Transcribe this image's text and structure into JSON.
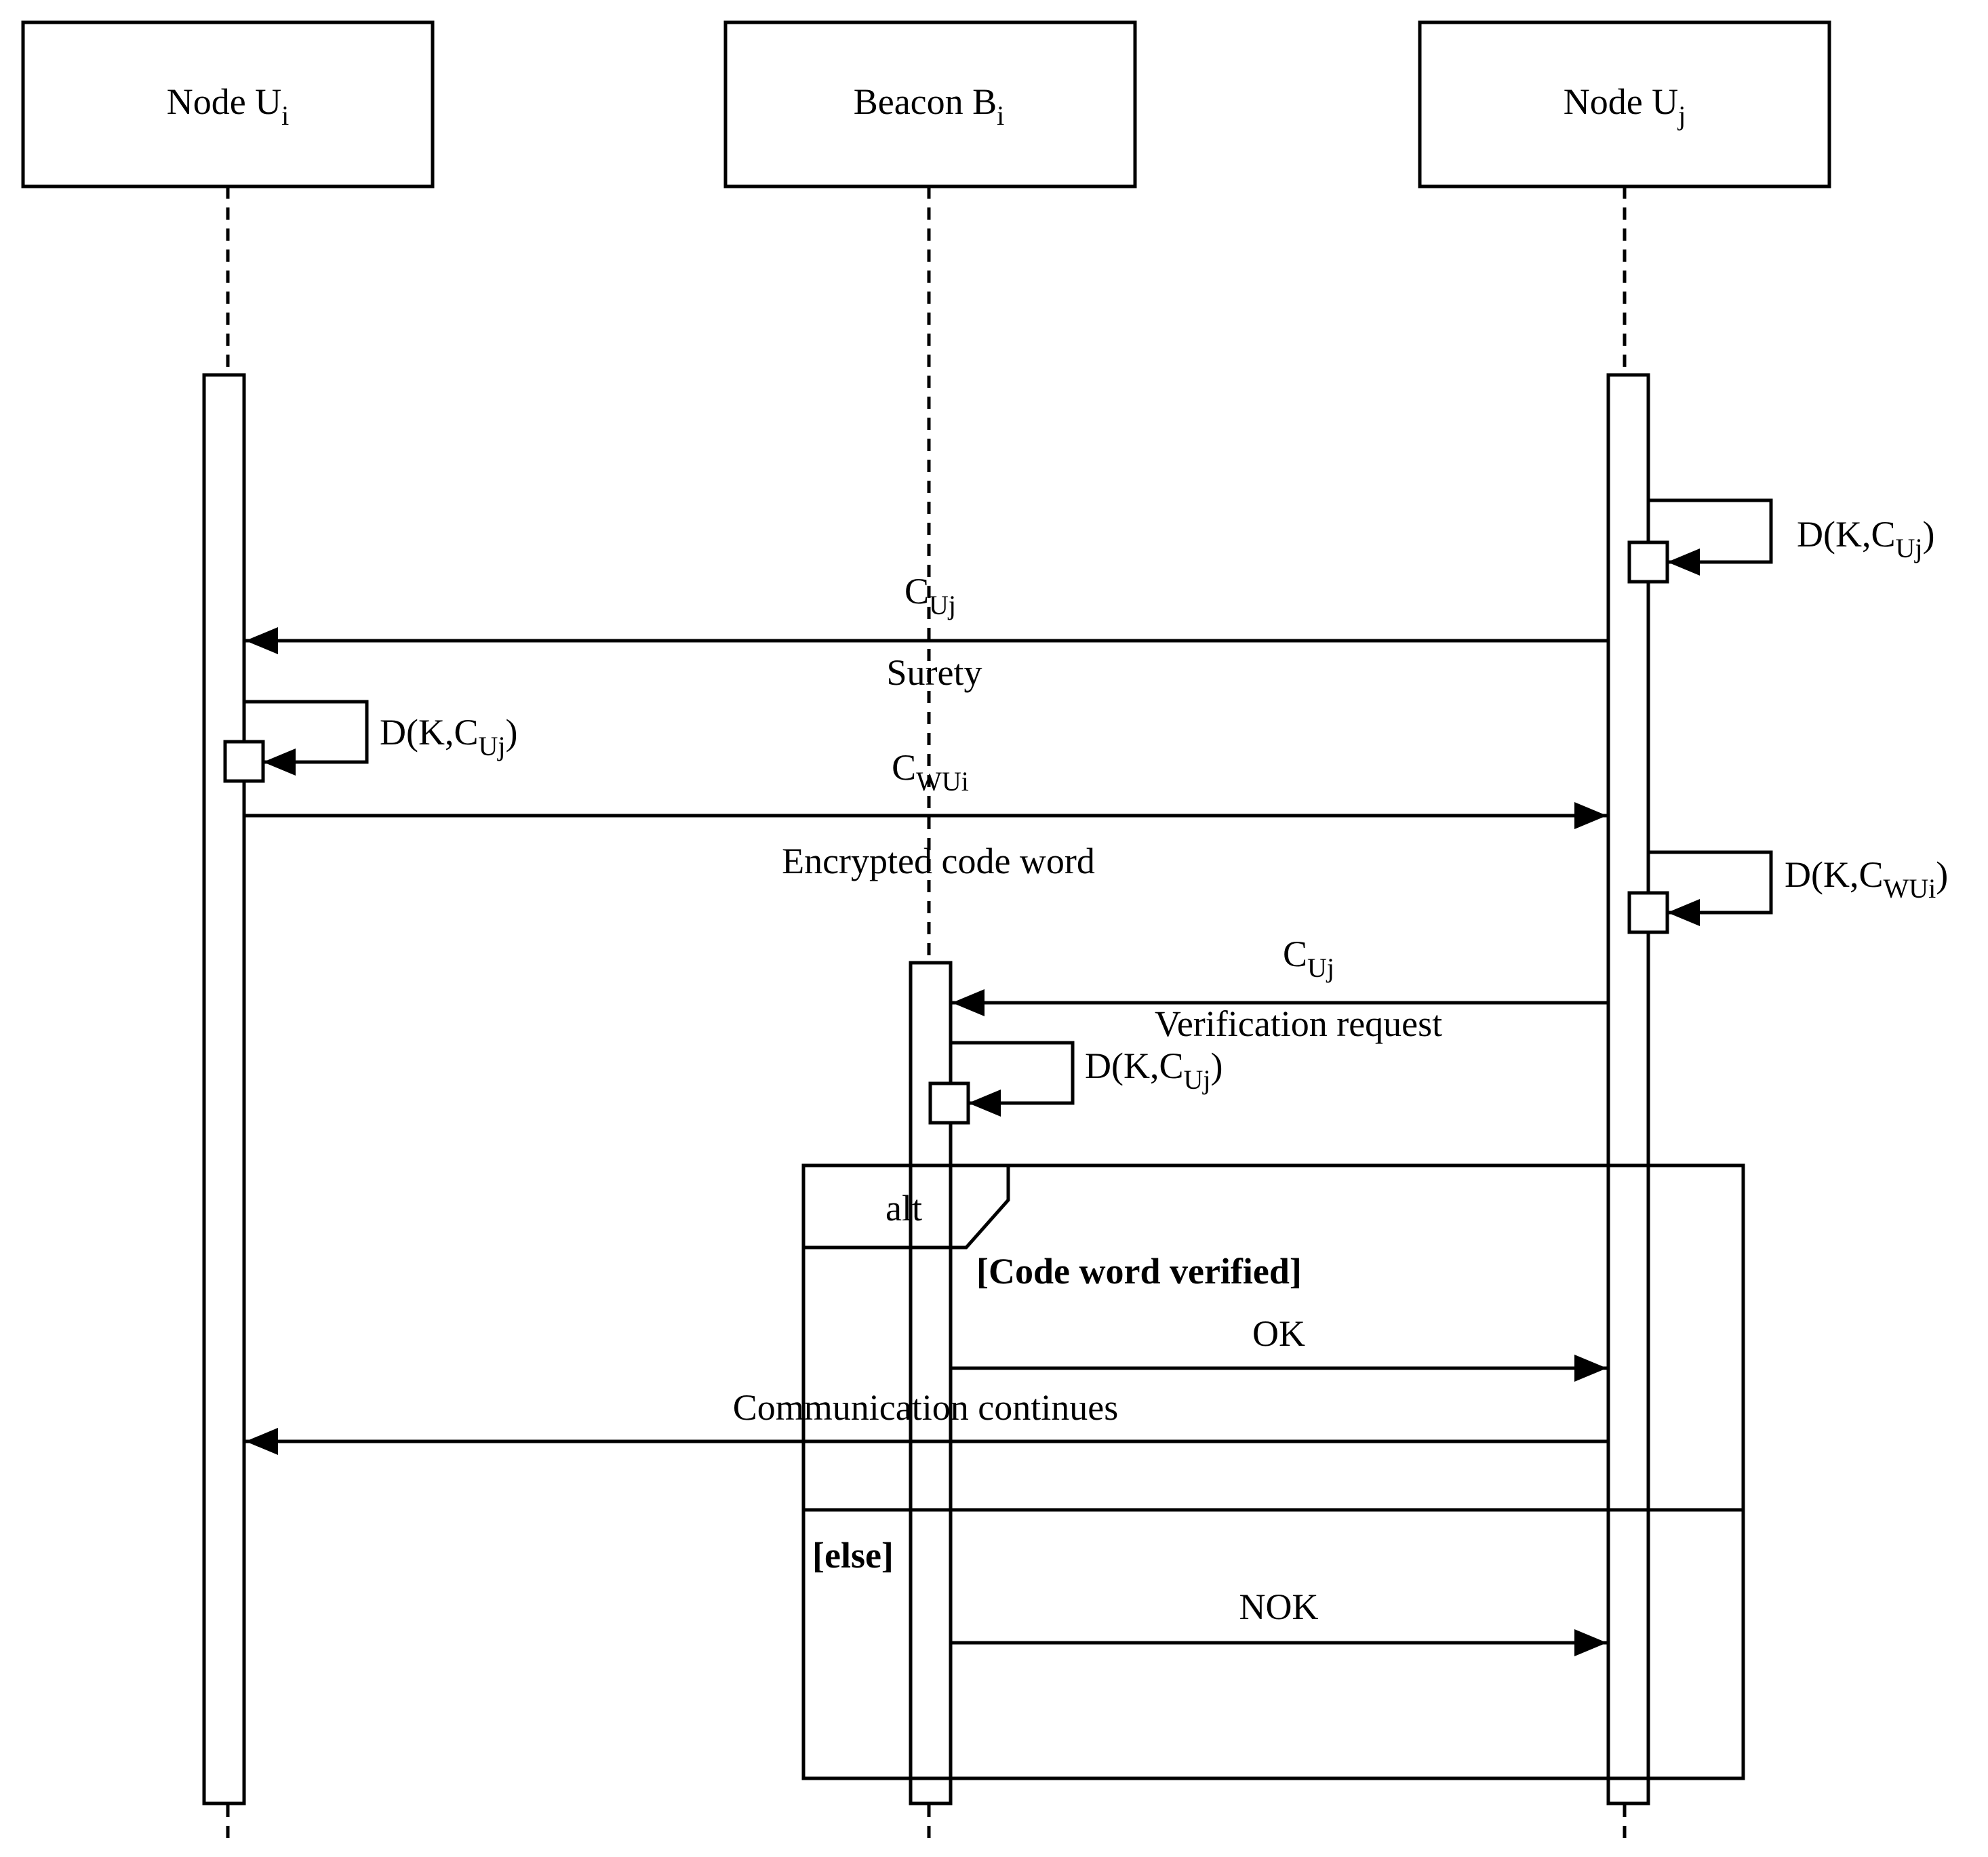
{
  "participants": {
    "ui": {
      "main": "Node U",
      "sub": "i"
    },
    "bi": {
      "main": "Beacon B",
      "sub": "i"
    },
    "uj": {
      "main": "Node U",
      "sub": "j"
    }
  },
  "self_messages": {
    "uj_decrypt_cuj": {
      "pre": "D(K,C",
      "sub": "Uj",
      "post": ")"
    },
    "ui_decrypt_cuj": {
      "pre": "D(K,C",
      "sub": "Uj",
      "post": ")"
    },
    "uj_decrypt_cwui": {
      "pre": "D(K,C",
      "sub": "WUi",
      "post": ")"
    },
    "bi_decrypt_cuj": {
      "pre": "D(K,C",
      "sub": "Uj",
      "post": ")"
    }
  },
  "messages": {
    "m1": {
      "top_main": "C",
      "top_sub": "Uj",
      "bottom": "Surety"
    },
    "m2": {
      "top_main": "C",
      "top_sub": "WUi",
      "bottom": "Encrypted code word"
    },
    "m3": {
      "top_main": "C",
      "top_sub": "Uj",
      "bottom": "Verification request"
    },
    "m4": {
      "label": "OK"
    },
    "m5": {
      "label": "Communication continues"
    },
    "m6": {
      "label": "NOK"
    }
  },
  "fragment": {
    "operator": "alt",
    "guard1": "[Code word verified]",
    "guard2": "[else]"
  }
}
